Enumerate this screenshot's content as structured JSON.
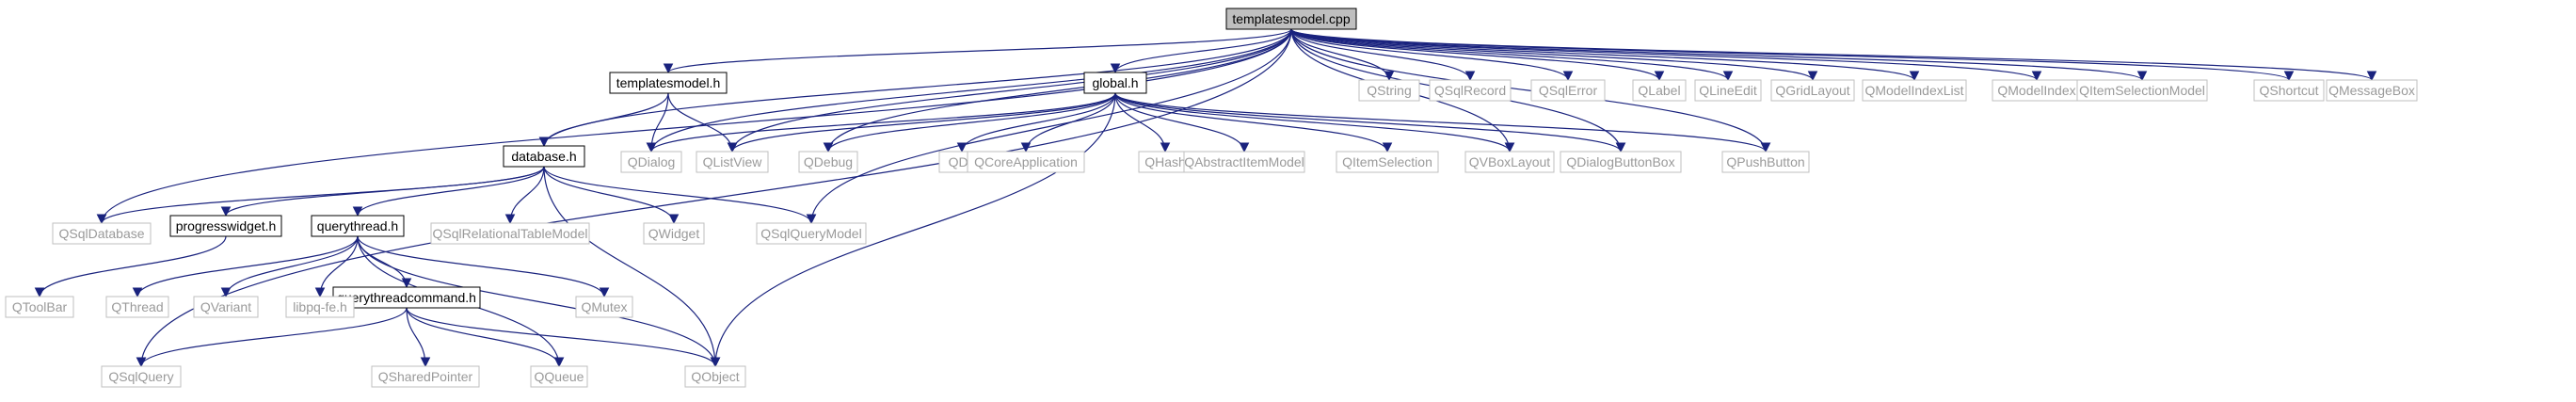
{
  "graph": {
    "nodes": {
      "templatesmodel_cpp": {
        "label": "templatesmodel.cpp",
        "kind": "root"
      },
      "templatesmodel_h": {
        "label": "templatesmodel.h",
        "kind": "doc"
      },
      "global_h": {
        "label": "global.h",
        "kind": "doc"
      },
      "database_h": {
        "label": "database.h",
        "kind": "doc"
      },
      "progresswidget_h": {
        "label": "progresswidget.h",
        "kind": "doc"
      },
      "querythread_h": {
        "label": "querythread.h",
        "kind": "doc"
      },
      "querythreadcommand_h": {
        "label": "querythreadcommand.h",
        "kind": "doc"
      },
      "QString": {
        "label": "QString",
        "kind": "ext"
      },
      "QSqlRecord": {
        "label": "QSqlRecord",
        "kind": "ext"
      },
      "QSqlError": {
        "label": "QSqlError",
        "kind": "ext"
      },
      "QLabel": {
        "label": "QLabel",
        "kind": "ext"
      },
      "QLineEdit": {
        "label": "QLineEdit",
        "kind": "ext"
      },
      "QGridLayout": {
        "label": "QGridLayout",
        "kind": "ext"
      },
      "QModelIndexList": {
        "label": "QModelIndexList",
        "kind": "ext"
      },
      "QModelIndex": {
        "label": "QModelIndex",
        "kind": "ext"
      },
      "QItemSelectionModel": {
        "label": "QItemSelectionModel",
        "kind": "ext"
      },
      "QShortcut": {
        "label": "QShortcut",
        "kind": "ext"
      },
      "QMessageBox": {
        "label": "QMessageBox",
        "kind": "ext"
      },
      "QDialog": {
        "label": "QDialog",
        "kind": "ext"
      },
      "QListView": {
        "label": "QListView",
        "kind": "ext"
      },
      "QDebug": {
        "label": "QDebug",
        "kind": "ext"
      },
      "QDir": {
        "label": "QDir",
        "kind": "ext"
      },
      "QCoreApplication": {
        "label": "QCoreApplication",
        "kind": "ext"
      },
      "QHash": {
        "label": "QHash",
        "kind": "ext"
      },
      "QAbstractItemModel": {
        "label": "QAbstractItemModel",
        "kind": "ext"
      },
      "QItemSelection": {
        "label": "QItemSelection",
        "kind": "ext"
      },
      "QVBoxLayout": {
        "label": "QVBoxLayout",
        "kind": "ext"
      },
      "QDialogButtonBox": {
        "label": "QDialogButtonBox",
        "kind": "ext"
      },
      "QPushButton": {
        "label": "QPushButton",
        "kind": "ext"
      },
      "QSqlDatabase": {
        "label": "QSqlDatabase",
        "kind": "ext"
      },
      "QSqlRelationalTableModel": {
        "label": "QSqlRelationalTableModel",
        "kind": "ext"
      },
      "QWidget": {
        "label": "QWidget",
        "kind": "ext"
      },
      "QSqlQueryModel": {
        "label": "QSqlQueryModel",
        "kind": "ext"
      },
      "QToolBar": {
        "label": "QToolBar",
        "kind": "ext"
      },
      "QThread": {
        "label": "QThread",
        "kind": "ext"
      },
      "QVariant": {
        "label": "QVariant",
        "kind": "ext"
      },
      "libpq_fe_h": {
        "label": "libpq-fe.h",
        "kind": "ext"
      },
      "QMutex": {
        "label": "QMutex",
        "kind": "ext"
      },
      "QSqlQuery": {
        "label": "QSqlQuery",
        "kind": "ext"
      },
      "QSharedPointer": {
        "label": "QSharedPointer",
        "kind": "ext"
      },
      "QQueue": {
        "label": "QQueue",
        "kind": "ext"
      },
      "QObject": {
        "label": "QObject",
        "kind": "ext"
      }
    },
    "edges": [
      [
        "templatesmodel_cpp",
        "templatesmodel_h"
      ],
      [
        "templatesmodel_cpp",
        "global_h"
      ],
      [
        "templatesmodel_cpp",
        "database_h"
      ],
      [
        "templatesmodel_cpp",
        "QString"
      ],
      [
        "templatesmodel_cpp",
        "QSqlRecord"
      ],
      [
        "templatesmodel_cpp",
        "QSqlError"
      ],
      [
        "templatesmodel_cpp",
        "QLabel"
      ],
      [
        "templatesmodel_cpp",
        "QLineEdit"
      ],
      [
        "templatesmodel_cpp",
        "QGridLayout"
      ],
      [
        "templatesmodel_cpp",
        "QModelIndexList"
      ],
      [
        "templatesmodel_cpp",
        "QModelIndex"
      ],
      [
        "templatesmodel_cpp",
        "QItemSelectionModel"
      ],
      [
        "templatesmodel_cpp",
        "QShortcut"
      ],
      [
        "templatesmodel_cpp",
        "QMessageBox"
      ],
      [
        "templatesmodel_cpp",
        "QDialog"
      ],
      [
        "templatesmodel_cpp",
        "QListView"
      ],
      [
        "templatesmodel_cpp",
        "QDebug"
      ],
      [
        "templatesmodel_cpp",
        "QVBoxLayout"
      ],
      [
        "templatesmodel_cpp",
        "QDialogButtonBox"
      ],
      [
        "templatesmodel_cpp",
        "QPushButton"
      ],
      [
        "templatesmodel_cpp",
        "QSqlDatabase"
      ],
      [
        "templatesmodel_cpp",
        "QSqlQuery"
      ],
      [
        "templatesmodel_cpp",
        "QSqlQueryModel"
      ],
      [
        "templatesmodel_h",
        "database_h"
      ],
      [
        "templatesmodel_h",
        "QDialog"
      ],
      [
        "templatesmodel_h",
        "QListView"
      ],
      [
        "global_h",
        "QDialog"
      ],
      [
        "global_h",
        "QListView"
      ],
      [
        "global_h",
        "QDebug"
      ],
      [
        "global_h",
        "QDir"
      ],
      [
        "global_h",
        "QCoreApplication"
      ],
      [
        "global_h",
        "QHash"
      ],
      [
        "global_h",
        "QAbstractItemModel"
      ],
      [
        "global_h",
        "QItemSelection"
      ],
      [
        "global_h",
        "QVBoxLayout"
      ],
      [
        "global_h",
        "QDialogButtonBox"
      ],
      [
        "global_h",
        "QPushButton"
      ],
      [
        "global_h",
        "QObject"
      ],
      [
        "database_h",
        "QSqlDatabase"
      ],
      [
        "database_h",
        "progresswidget_h"
      ],
      [
        "database_h",
        "querythread_h"
      ],
      [
        "database_h",
        "QSqlRelationalTableModel"
      ],
      [
        "database_h",
        "QWidget"
      ],
      [
        "database_h",
        "QSqlQueryModel"
      ],
      [
        "database_h",
        "QObject"
      ],
      [
        "progresswidget_h",
        "QToolBar"
      ],
      [
        "querythread_h",
        "QThread"
      ],
      [
        "querythread_h",
        "QVariant"
      ],
      [
        "querythread_h",
        "libpq_fe_h"
      ],
      [
        "querythread_h",
        "querythreadcommand_h"
      ],
      [
        "querythread_h",
        "QMutex"
      ],
      [
        "querythread_h",
        "QQueue"
      ],
      [
        "querythread_h",
        "QObject"
      ],
      [
        "querythreadcommand_h",
        "QSqlQuery"
      ],
      [
        "querythreadcommand_h",
        "QSharedPointer"
      ],
      [
        "querythreadcommand_h",
        "QQueue"
      ],
      [
        "querythreadcommand_h",
        "QObject"
      ]
    ]
  }
}
